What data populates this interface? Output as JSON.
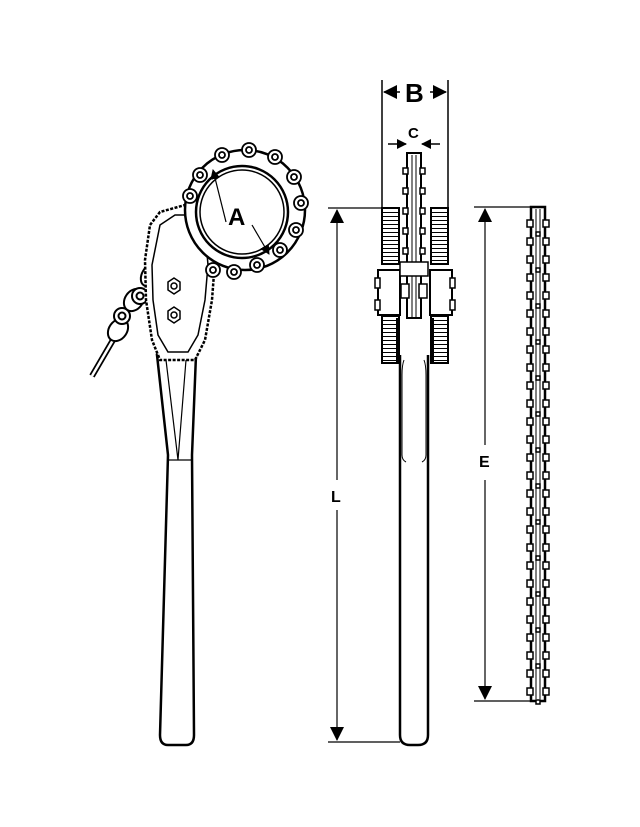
{
  "diagram": {
    "type": "technical-drawing",
    "subject": "chain pipe wrench",
    "views": [
      {
        "name": "front-view",
        "label": "Chain wrench side profile with chain wrapped around pipe"
      },
      {
        "name": "side-view",
        "label": "Edge view of wrench head and handle"
      },
      {
        "name": "chain-view",
        "label": "Chain shown straight"
      }
    ],
    "dimensions": {
      "A": {
        "label": "A",
        "meaning": "pipe diameter capacity"
      },
      "B": {
        "label": "B",
        "meaning": "head width"
      },
      "C": {
        "label": "C",
        "meaning": "chain thickness"
      },
      "L": {
        "label": "L",
        "meaning": "overall length"
      },
      "E": {
        "label": "E",
        "meaning": "chain length"
      }
    },
    "colors": {
      "line": "#000000",
      "background": "#ffffff"
    }
  }
}
